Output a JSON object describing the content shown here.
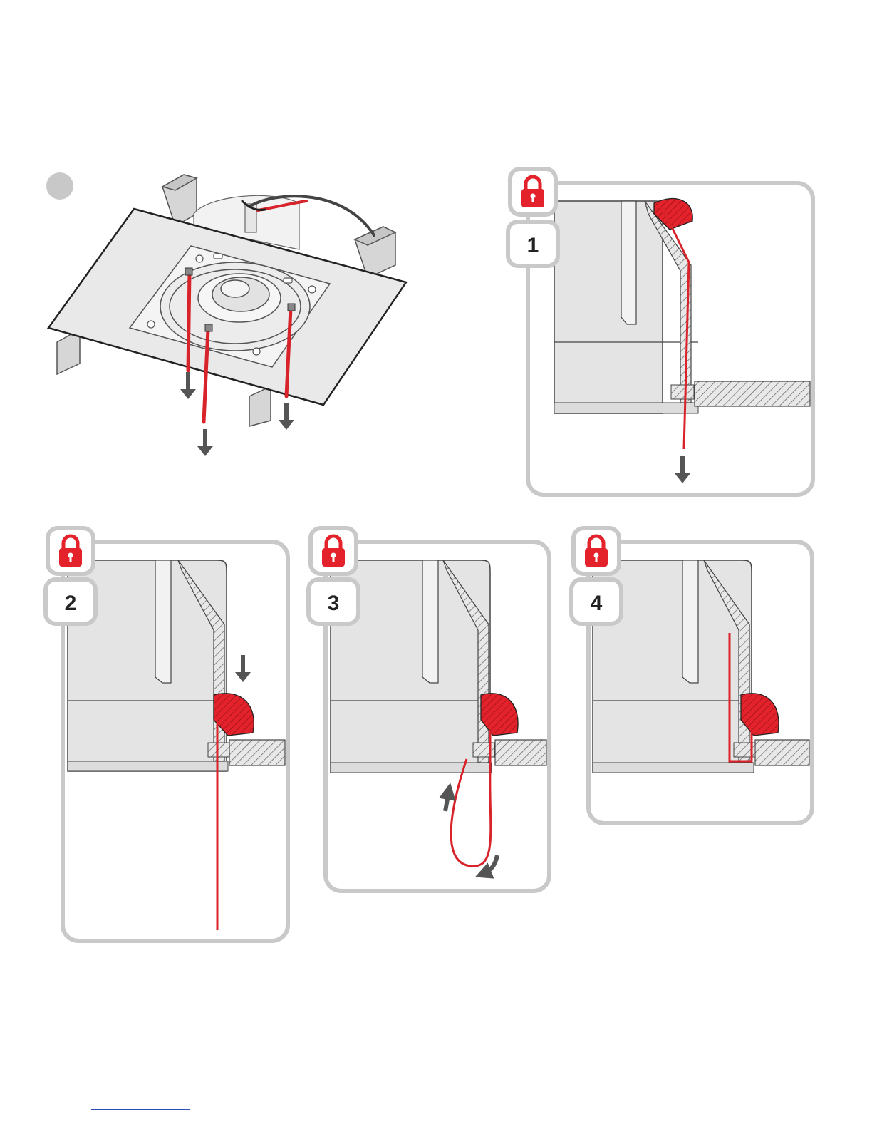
{
  "step_badge": {
    "color": "#c8c8c8"
  },
  "lock_icon": {
    "color": "#e4222b",
    "name": "padlock-icon"
  },
  "accent": {
    "cable": "#d8232a",
    "arrow": "#555555",
    "panel_border": "#c9c9c9"
  },
  "panels": [
    {
      "id": "1",
      "number": "1"
    },
    {
      "id": "2",
      "number": "2"
    },
    {
      "id": "3",
      "number": "3"
    },
    {
      "id": "4",
      "number": "4"
    }
  ]
}
